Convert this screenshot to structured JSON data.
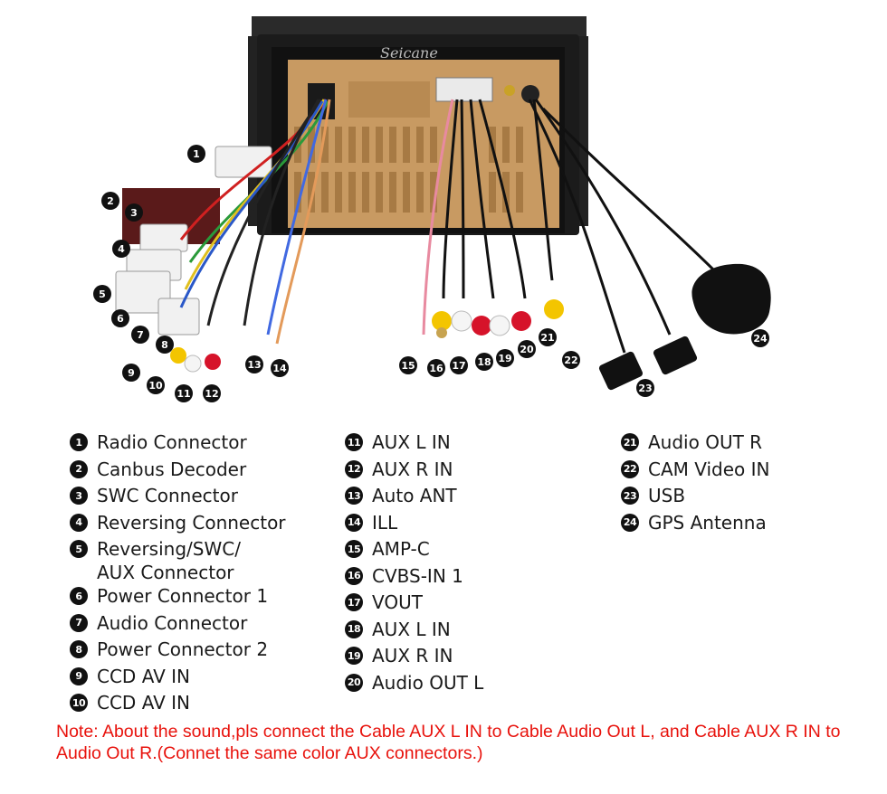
{
  "device": {
    "brand_text": "Seicane"
  },
  "callouts": [
    "1",
    "2",
    "3",
    "4",
    "5",
    "6",
    "7",
    "8",
    "9",
    "10",
    "11",
    "12",
    "13",
    "14",
    "15",
    "16",
    "17",
    "18",
    "19",
    "20",
    "21",
    "22",
    "23",
    "24"
  ],
  "legend": {
    "col1": [
      {
        "n": "1",
        "label": "Radio Connector"
      },
      {
        "n": "2",
        "label": "Canbus Decoder"
      },
      {
        "n": "3",
        "label": "SWC Connector"
      },
      {
        "n": "4",
        "label": "Reversing Connector"
      },
      {
        "n": "5",
        "label": "Reversing/SWC/\nAUX Connector"
      },
      {
        "n": "6",
        "label": "Power Connector 1"
      },
      {
        "n": "7",
        "label": "Audio Connector"
      },
      {
        "n": "8",
        "label": "Power Connector 2"
      },
      {
        "n": "9",
        "label": "CCD AV IN"
      },
      {
        "n": "10",
        "label": "CCD AV IN"
      }
    ],
    "col2": [
      {
        "n": "11",
        "label": "AUX L IN"
      },
      {
        "n": "12",
        "label": "AUX R IN"
      },
      {
        "n": "13",
        "label": "Auto ANT"
      },
      {
        "n": "14",
        "label": "ILL"
      },
      {
        "n": "15",
        "label": "AMP-C"
      },
      {
        "n": "16",
        "label": "CVBS-IN 1"
      },
      {
        "n": "17",
        "label": "VOUT"
      },
      {
        "n": "18",
        "label": "AUX L IN"
      },
      {
        "n": "19",
        "label": "AUX R IN"
      },
      {
        "n": "20",
        "label": "Audio OUT L"
      }
    ],
    "col3": [
      {
        "n": "21",
        "label": "Audio OUT R"
      },
      {
        "n": "22",
        "label": "CAM Video IN"
      },
      {
        "n": "23",
        "label": "USB"
      },
      {
        "n": "24",
        "label": "GPS Antenna"
      }
    ]
  },
  "note": "Note: About the sound,pls connect the Cable AUX L IN to Cable Audio Out L, and Cable AUX R IN to  Audio Out R.(Connet the same color AUX connectors.)",
  "colors": {
    "note": "#e8120c",
    "backplate": "#c89a62",
    "frame": "#1b1b1b"
  }
}
